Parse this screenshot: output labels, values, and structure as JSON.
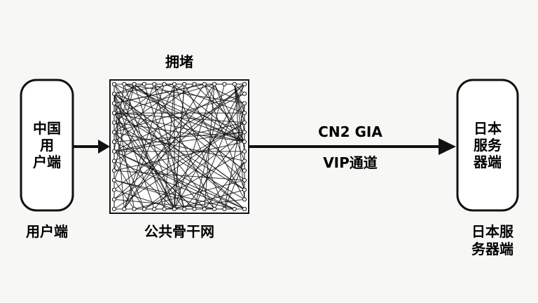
{
  "client": {
    "node_text_lines": [
      "中国",
      "用",
      "户端"
    ],
    "caption": "用户端"
  },
  "backbone": {
    "top_label": "拥堵",
    "caption": "公共骨干网"
  },
  "link": {
    "label_top": "CN2 GIA",
    "label_bottom": "VIP通道"
  },
  "server": {
    "node_text_lines": [
      "日本",
      "服务",
      "器端"
    ],
    "caption_lines": [
      "日本服",
      "务器端"
    ]
  },
  "colors": {
    "stroke": "#111111",
    "background": "#f7f7f5",
    "node_fill": "#ffffff"
  }
}
